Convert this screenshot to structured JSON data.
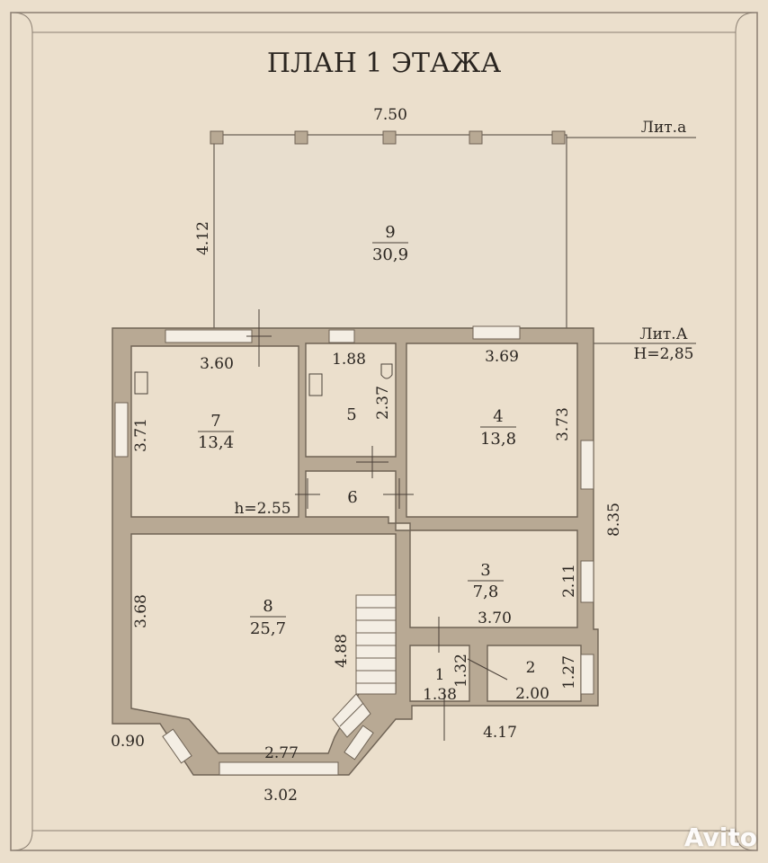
{
  "title": "ПЛАН 1 ЭТАЖА",
  "labels": {
    "lit_a_small": "Лит.а",
    "lit_a_big": "Лит.А",
    "height": "H=2,85",
    "h_room7": "h=2.55"
  },
  "dimensions": {
    "d750": "7.50",
    "d412": "4.12",
    "d360": "3.60",
    "d188": "1.88",
    "d237": "2.37",
    "d369": "3.69",
    "d371": "3.71",
    "d373": "3.73",
    "d835": "8.35",
    "d211": "2.11",
    "d370": "3.70",
    "d368": "3.68",
    "d488": "4.88",
    "d132": "1.32",
    "d127": "1.27",
    "d417": "4.17",
    "d090": "0.90",
    "d277": "2.77",
    "d302": "3.02"
  },
  "rooms": [
    {
      "num": "9",
      "area": "30,9"
    },
    {
      "num": "7",
      "area": "13,4"
    },
    {
      "num": "5",
      "area": ""
    },
    {
      "num": "4",
      "area": "13,8"
    },
    {
      "num": "6",
      "area": ""
    },
    {
      "num": "8",
      "area": "25,7"
    },
    {
      "num": "3",
      "area": "7,8"
    },
    {
      "num": "1",
      "area": "1.38"
    },
    {
      "num": "2",
      "area": "2.00"
    }
  ],
  "watermark": "Avito",
  "colors": {
    "paper": "#ebdfcc",
    "wall": "#b8a994",
    "frame": "#8b7f72",
    "ink": "#2a2520"
  }
}
